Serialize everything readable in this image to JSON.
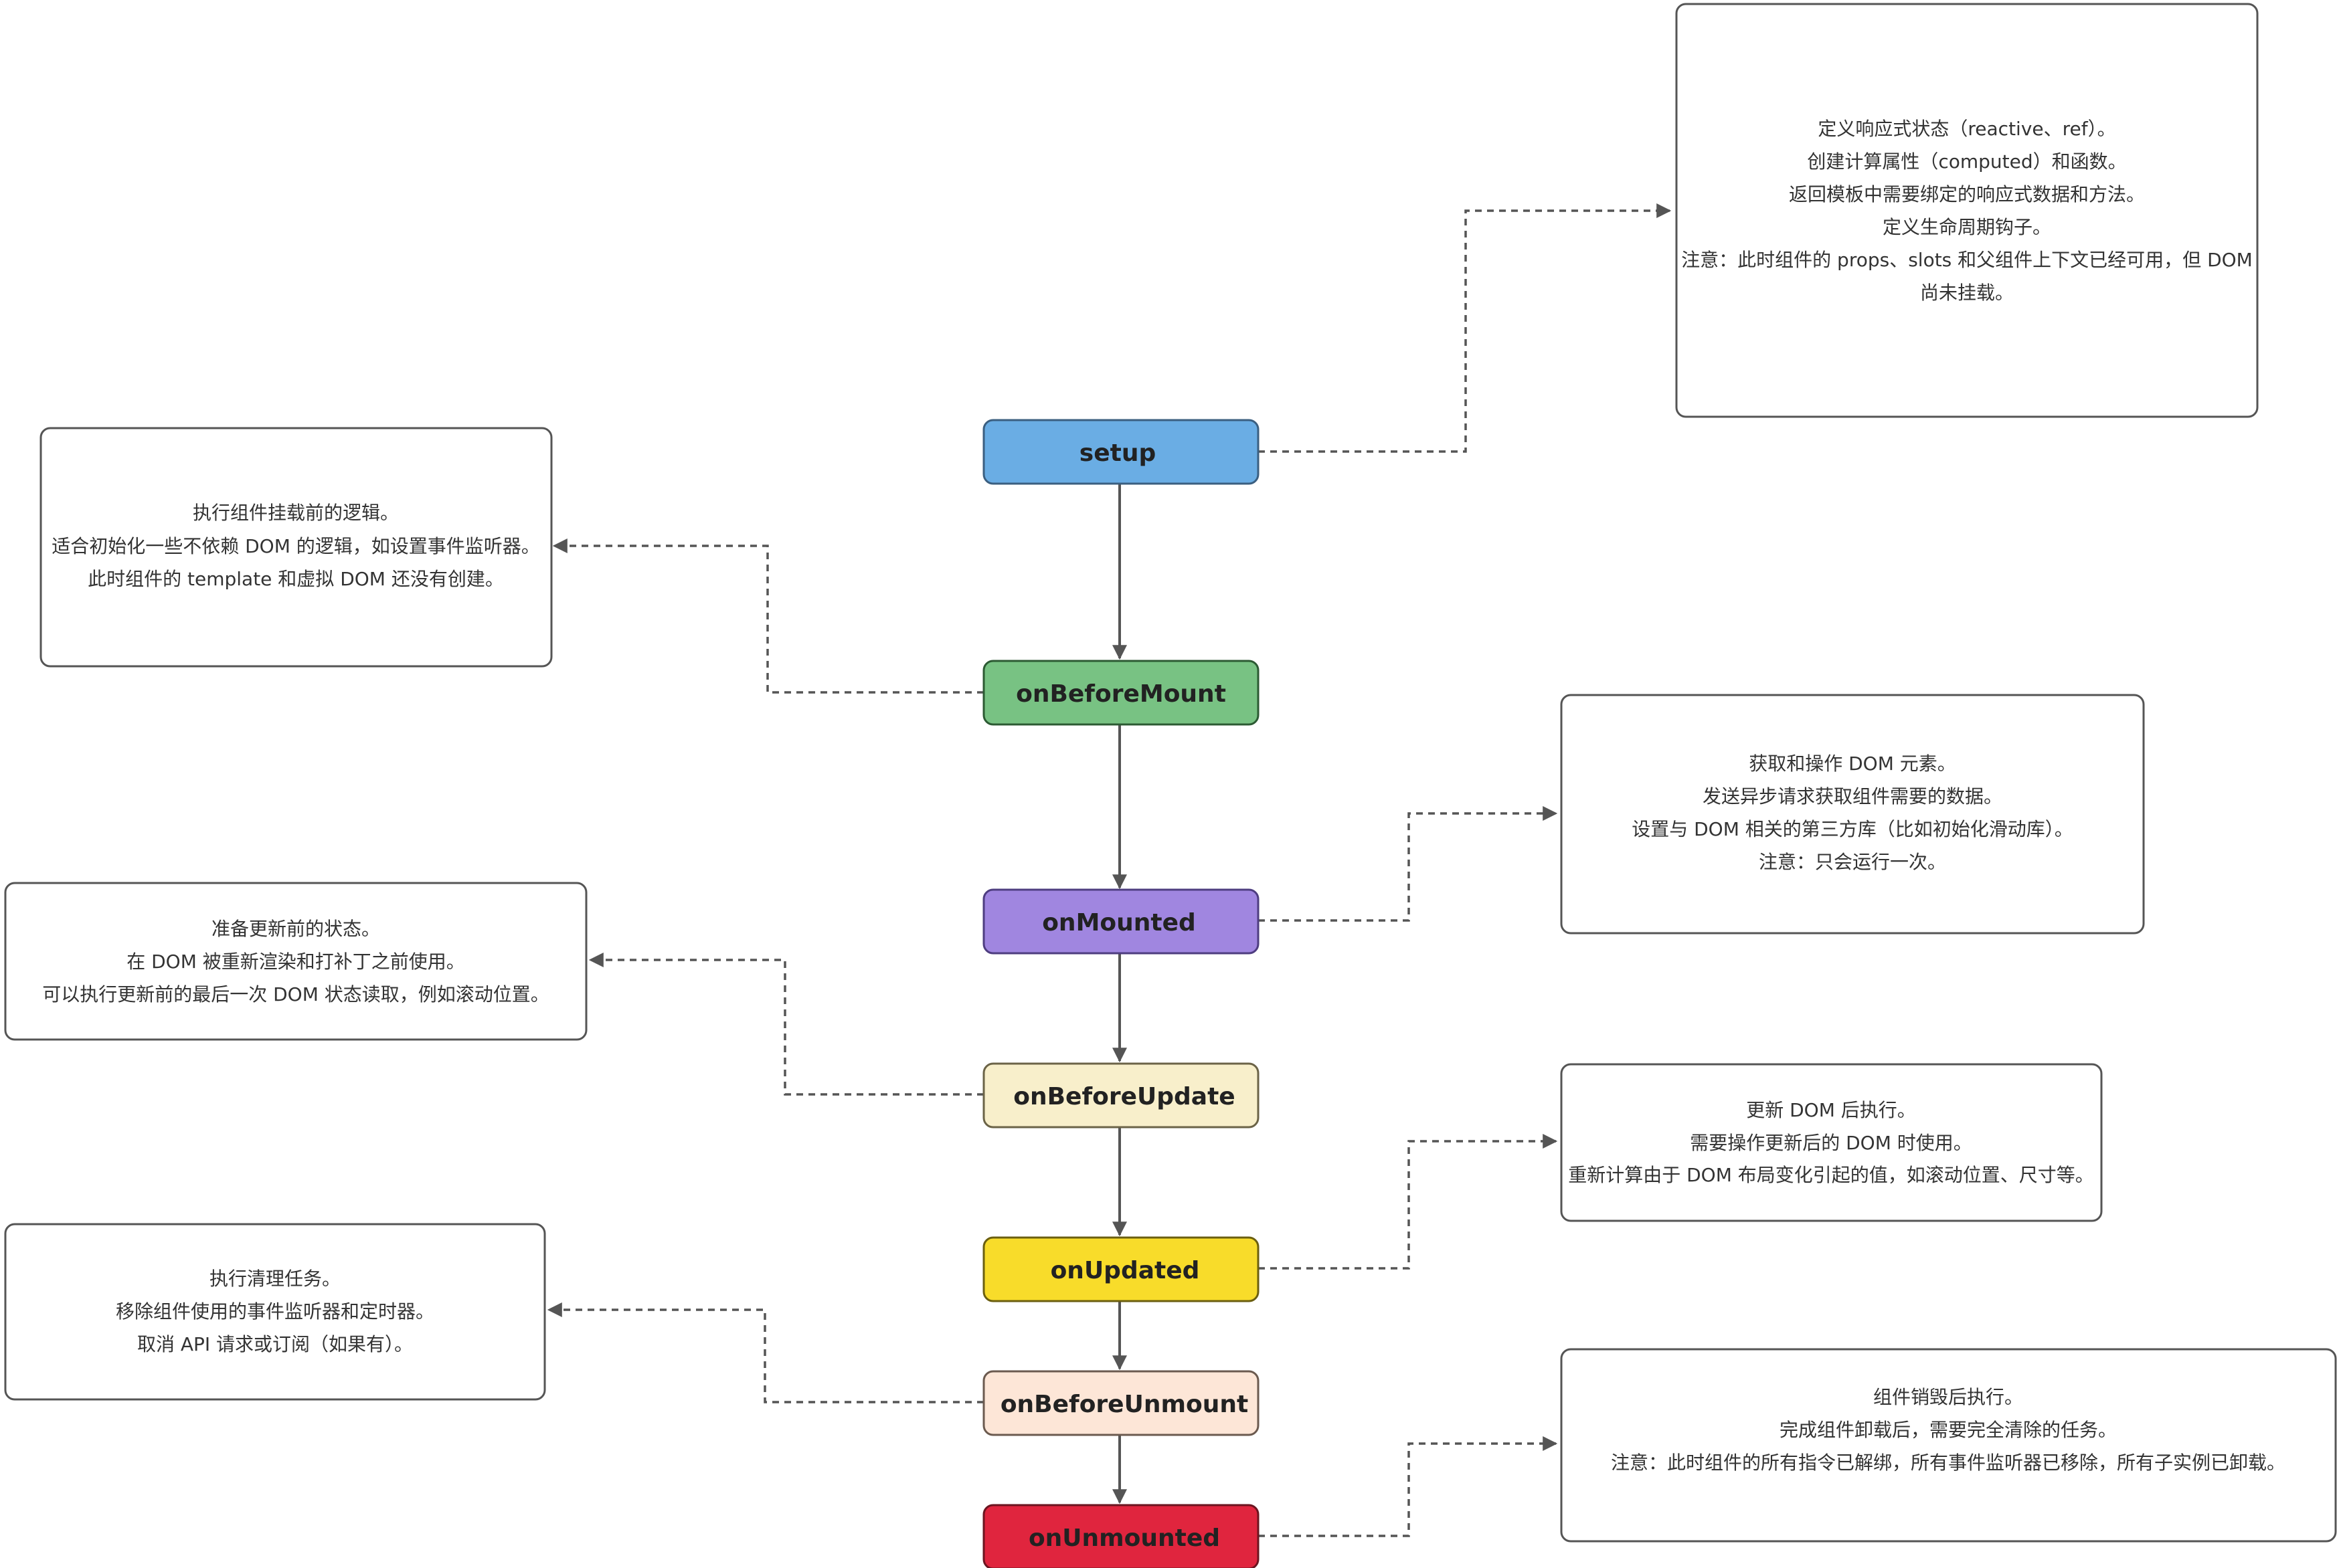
{
  "nodes": [
    {
      "id": "setup",
      "label": "setup",
      "fill": "#6aade4",
      "stroke": "#3b5f80"
    },
    {
      "id": "onBeforeMount",
      "label": "onBeforeMount",
      "fill": "#78c283",
      "stroke": "#2c5a33"
    },
    {
      "id": "onMounted",
      "label": "onMounted",
      "fill": "#a086e0",
      "stroke": "#4e3d80"
    },
    {
      "id": "onBeforeUpdate",
      "label": "onBeforeUpdate",
      "fill": "#f8efcb",
      "stroke": "#6b6347"
    },
    {
      "id": "onUpdated",
      "label": "onUpdated",
      "fill": "#f8dc2a",
      "stroke": "#6b5f10"
    },
    {
      "id": "onBeforeUnmount",
      "label": "onBeforeUnmount",
      "fill": "#fde6d7",
      "stroke": "#6b5a4f"
    },
    {
      "id": "onUnmounted",
      "label": "onUnmounted",
      "fill": "#e0253e",
      "stroke": "#6b1520"
    }
  ],
  "boxes": [
    {
      "id": "box-setup",
      "target": "setup",
      "lines": [
        "定义响应式状态（reactive、ref）。",
        "创建计算属性（computed）和函数。",
        "返回模板中需要绑定的响应式数据和方法。",
        "定义生命周期钩子。",
        "注意：此时组件的 props、slots 和父组件上下文已经可用，但 DOM",
        "尚未挂载。"
      ]
    },
    {
      "id": "box-before-mount",
      "target": "onBeforeMount",
      "lines": [
        "执行组件挂载前的逻辑。",
        "适合初始化一些不依赖 DOM 的逻辑，如设置事件监听器。",
        "此时组件的 template 和虚拟 DOM 还没有创建。"
      ]
    },
    {
      "id": "box-mounted",
      "target": "onMounted",
      "lines": [
        "获取和操作 DOM 元素。",
        "发送异步请求获取组件需要的数据。",
        "设置与 DOM 相关的第三方库（比如初始化滑动库）。",
        "注意：只会运行一次。"
      ]
    },
    {
      "id": "box-before-update",
      "target": "onBeforeUpdate",
      "lines": [
        "准备更新前的状态。",
        "在 DOM 被重新渲染和打补丁之前使用。",
        "可以执行更新前的最后一次 DOM 状态读取，例如滚动位置。"
      ]
    },
    {
      "id": "box-updated",
      "target": "onUpdated",
      "lines": [
        "更新 DOM 后执行。",
        "需要操作更新后的 DOM 时使用。",
        "重新计算由于 DOM 布局变化引起的值，如滚动位置、尺寸等。"
      ]
    },
    {
      "id": "box-before-unmount",
      "target": "onBeforeUnmount",
      "lines": [
        "执行清理任务。",
        "移除组件使用的事件监听器和定时器。",
        "取消 API 请求或订阅（如果有）。"
      ]
    },
    {
      "id": "box-unmounted",
      "target": "onUnmounted",
      "lines": [
        "组件销毁后执行。",
        "完成组件卸载后，需要完全清除的任务。",
        "注意：此时组件的所有指令已解绑，所有事件监听器已移除，所有子实例已卸载。"
      ]
    }
  ]
}
